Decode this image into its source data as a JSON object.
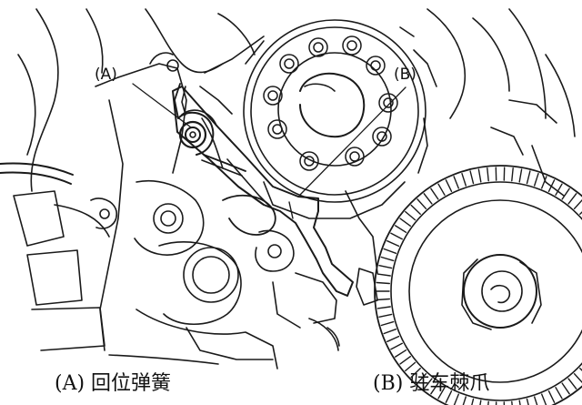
{
  "callouts": {
    "a": "(A)",
    "b": "(B)"
  },
  "legend": {
    "a": "(A)  回位弹簧",
    "b": "(B)  驻车棘爪"
  },
  "colors": {
    "line": "#1a1a1a",
    "background": "#ffffff"
  }
}
